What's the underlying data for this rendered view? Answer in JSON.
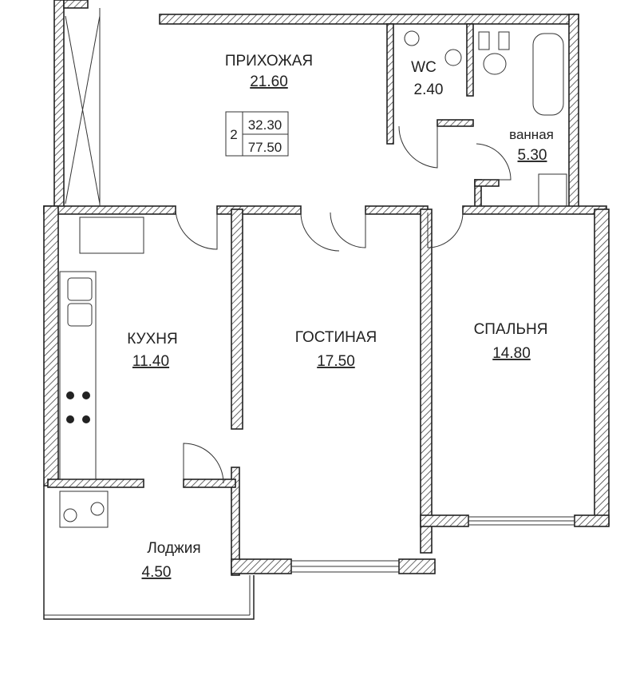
{
  "rooms": {
    "hallway": {
      "name": "ПРИХОЖАЯ",
      "area": "21.60"
    },
    "wc": {
      "name": "WC",
      "area": "2.40"
    },
    "bathroom": {
      "name": "ванная",
      "area": "5.30"
    },
    "kitchen": {
      "name": "КУХНЯ",
      "area": "11.40"
    },
    "living": {
      "name": "ГОСТИНАЯ",
      "area": "17.50"
    },
    "bedroom": {
      "name": "СПАЛЬНЯ",
      "area": "14.80"
    },
    "loggia": {
      "name": "Лоджия",
      "area": "4.50"
    }
  },
  "summary": {
    "rooms_count": "2",
    "living_area": "32.30",
    "total_area": "77.50"
  }
}
